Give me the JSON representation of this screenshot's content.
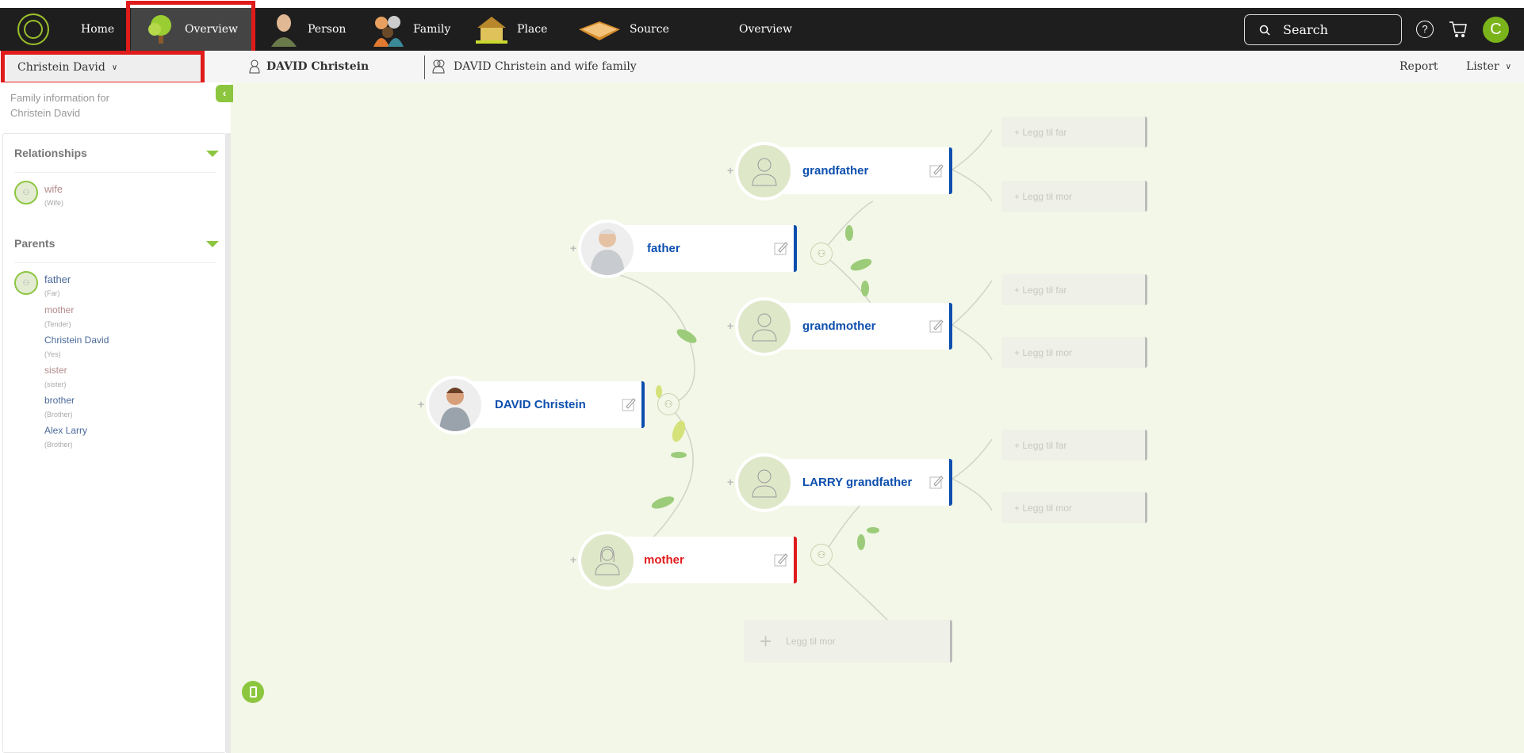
{
  "nav": {
    "items": [
      {
        "label": "Home",
        "icon": "logo-icon"
      },
      {
        "label": "Overview",
        "icon": "tree-icon",
        "active": true
      },
      {
        "label": "Person",
        "icon": "person-icon"
      },
      {
        "label": "Family",
        "icon": "family-icon"
      },
      {
        "label": "Place",
        "icon": "house-icon"
      },
      {
        "label": "Source",
        "icon": "book-icon"
      },
      {
        "label": "Overview"
      }
    ],
    "search_placeholder": "Search",
    "avatar_letter": "C",
    "accent": "#8cc63f"
  },
  "subheader": {
    "person_selector": "Christein David",
    "person": "DAVID Christein",
    "family": "DAVID Christein and wife family",
    "report": "Report",
    "lister": "Lister"
  },
  "sidebar": {
    "info_line1": "Family information for",
    "info_line2": "Christein David",
    "relationships": {
      "title": "Relationships",
      "items": [
        {
          "name": "wife",
          "sub": "(Wife)"
        }
      ]
    },
    "parents": {
      "title": "Parents",
      "items": [
        {
          "name": "father",
          "sub": "(Far)"
        },
        {
          "name": "mother",
          "sub": "(Tender)"
        },
        {
          "name": "Christein David",
          "sub": "(Yes)"
        },
        {
          "name": "sister",
          "sub": "(sister)"
        },
        {
          "name": "brother",
          "sub": "(Brother)"
        },
        {
          "name": "Alex Larry",
          "sub": "(Brother)"
        }
      ]
    }
  },
  "tree": {
    "grandfather": "grandfather",
    "father": "father",
    "grandmother": "grandmother",
    "self": "DAVID Christein",
    "larry": "LARRY grandfather",
    "mother": "mother",
    "add_father": "+ Legg til far",
    "add_mother": "+ Legg til mor",
    "add_mother_big": "Legg til mor"
  }
}
